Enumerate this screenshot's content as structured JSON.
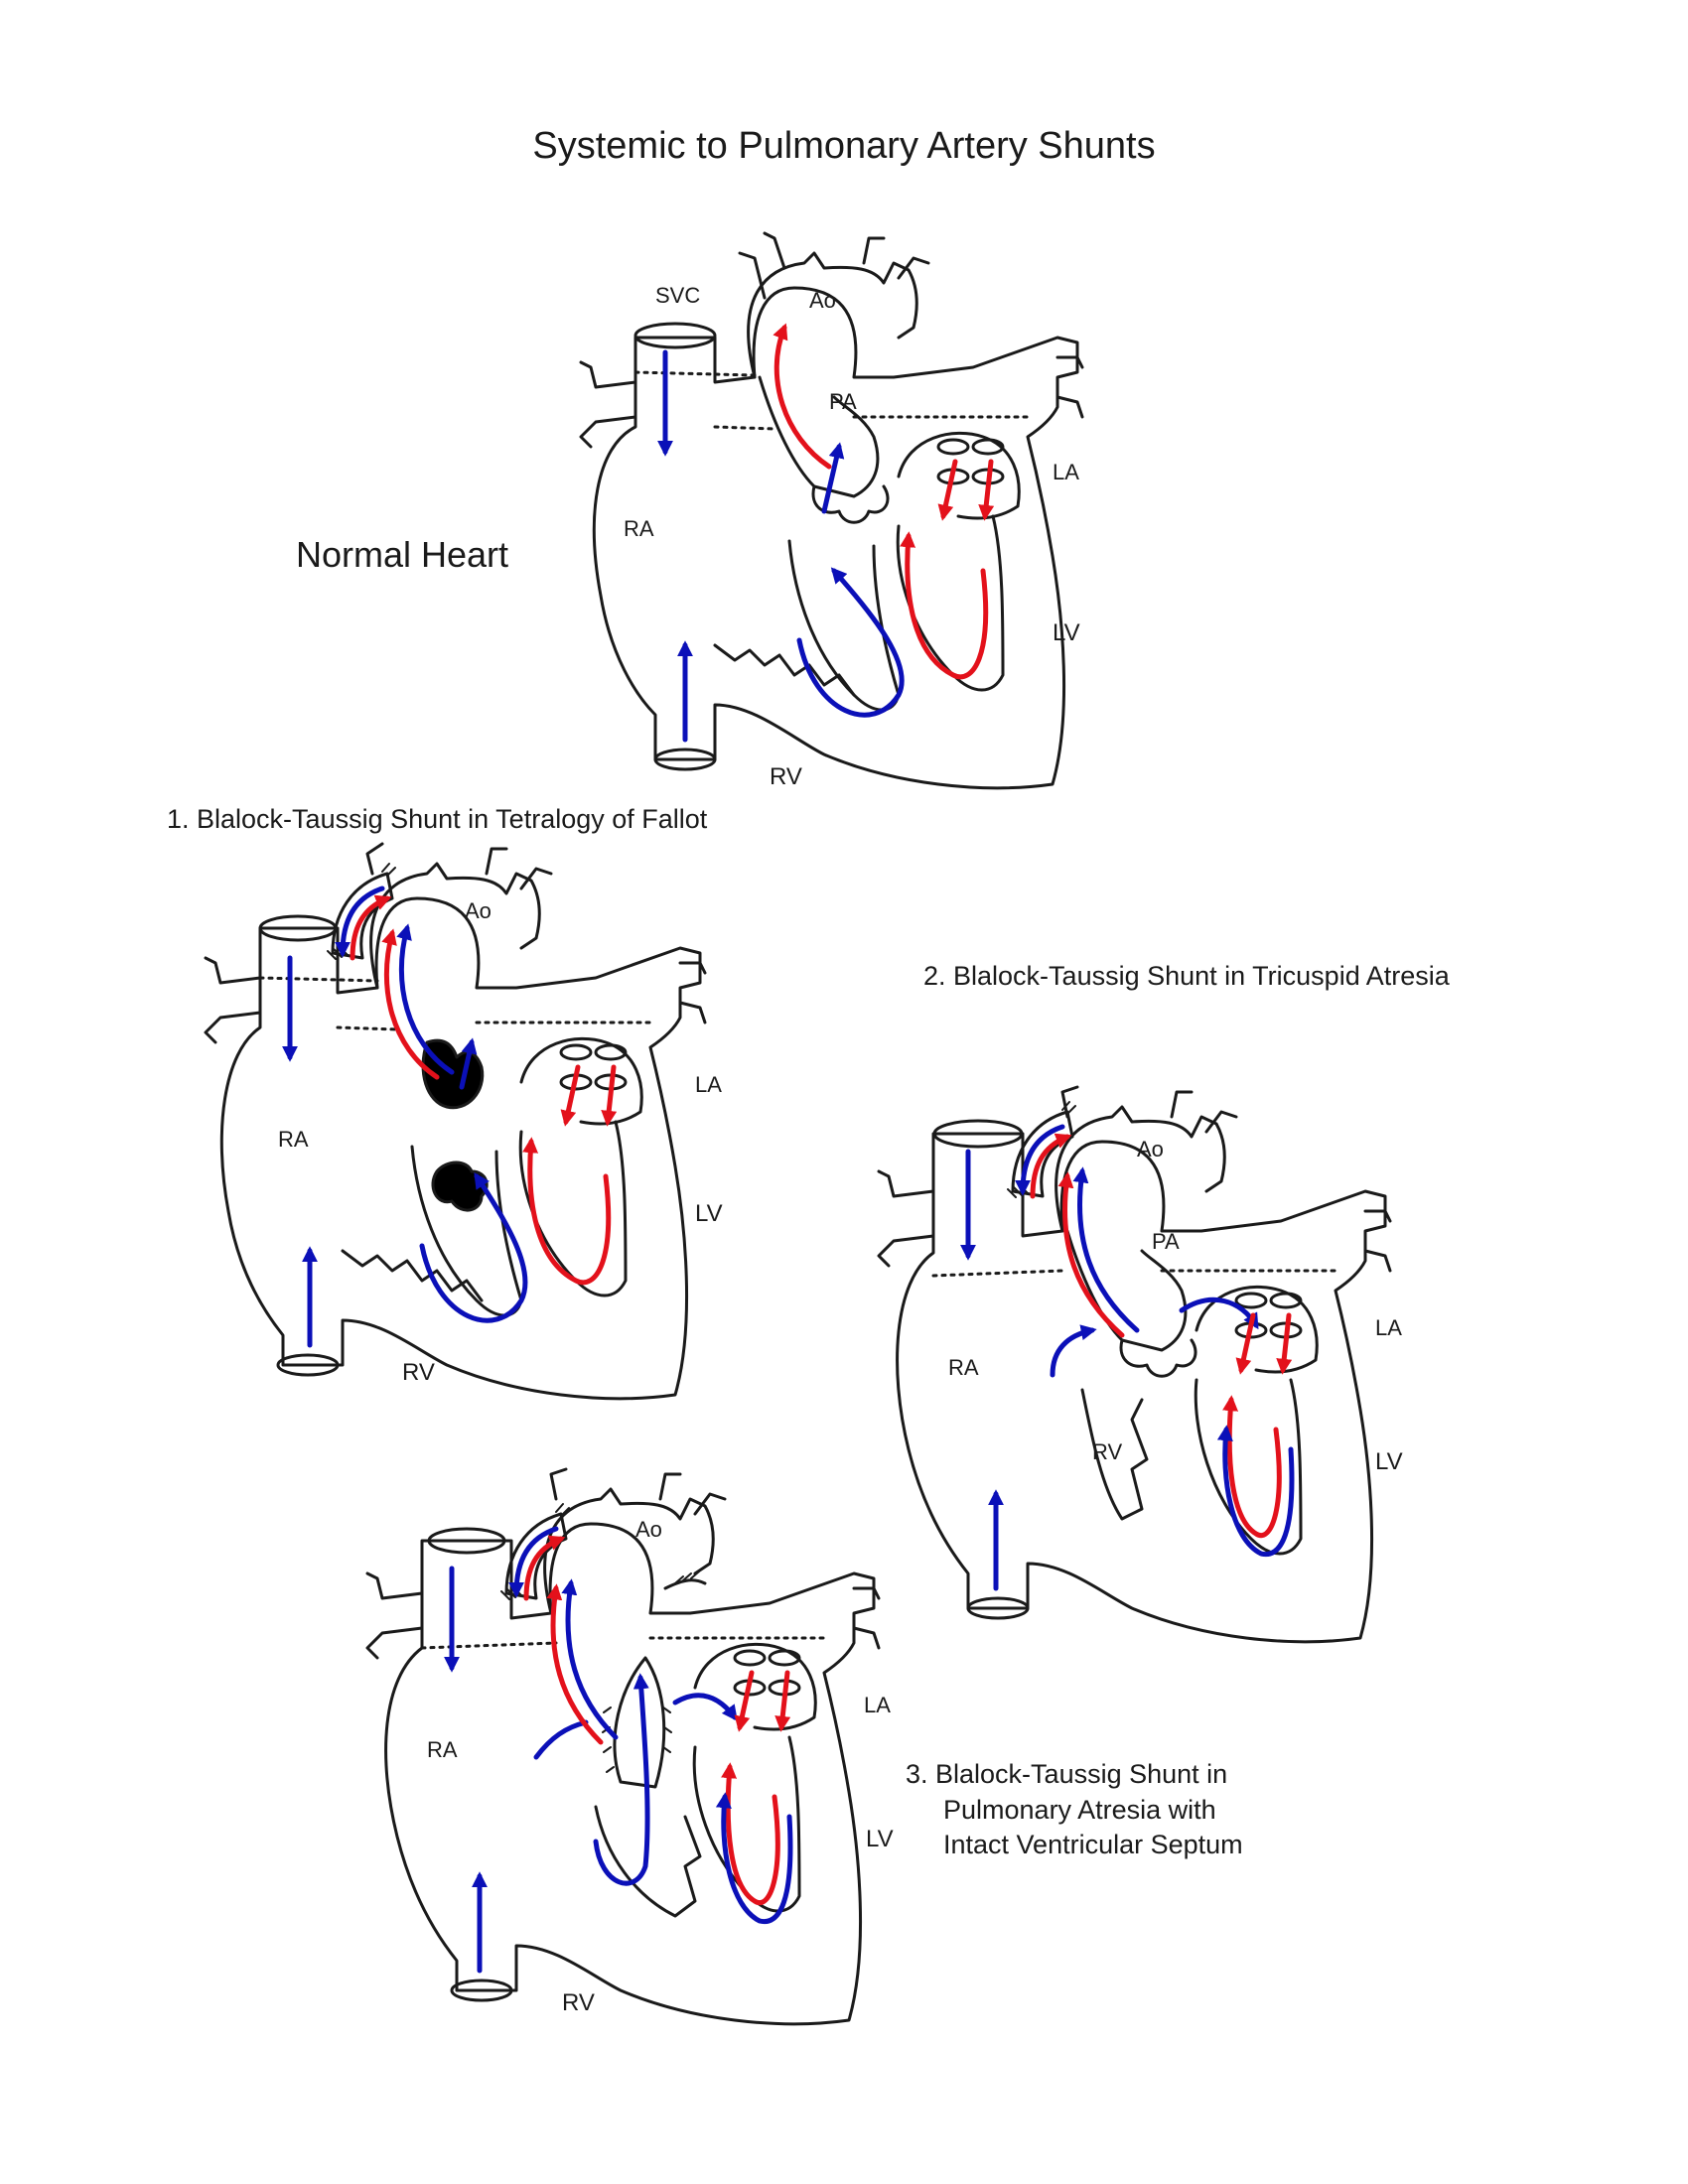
{
  "title": "Systemic to Pulmonary Artery Shunts",
  "colors": {
    "oxygenated": "#e3111b",
    "deoxygenated": "#0b10b8",
    "outline": "#1a1a1a",
    "obstruction": "#000000"
  },
  "normal": {
    "label": "Normal Heart",
    "structures": {
      "svc": "SVC",
      "ao": "Ao",
      "pa": "PA",
      "la": "LA",
      "ra": "RA",
      "lv": "LV",
      "rv": "RV"
    }
  },
  "shunt1": {
    "caption": "1. Blalock-Taussig Shunt in Tetralogy of Fallot",
    "structures": {
      "ao": "Ao",
      "la": "LA",
      "ra": "RA",
      "lv": "LV",
      "rv": "RV"
    }
  },
  "shunt2": {
    "caption": "2. Blalock-Taussig Shunt in Tricuspid Atresia",
    "structures": {
      "ao": "Ao",
      "pa": "PA",
      "la": "LA",
      "ra": "RA",
      "lv": "LV",
      "rv": "RV"
    }
  },
  "shunt3": {
    "caption_line1": "3. Blalock-Taussig Shunt in",
    "caption_line2": "Pulmonary Atresia with",
    "caption_line3": "Intact Ventricular Septum",
    "structures": {
      "ao": "Ao",
      "la": "LA",
      "ra": "RA",
      "lv": "LV",
      "rv": "RV"
    }
  }
}
